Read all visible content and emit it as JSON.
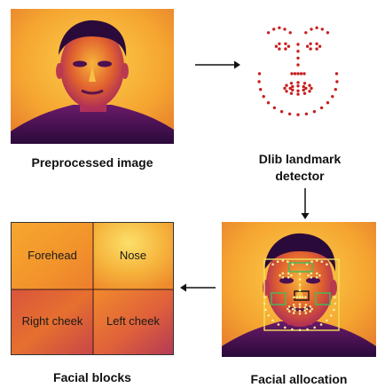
{
  "steps": {
    "preprocessed_caption": "Preprocessed image",
    "landmark_caption": "Dlib landmark detector",
    "allocation_caption": "Facial allocation",
    "blocks_caption": "Facial blocks"
  },
  "blocks": {
    "forehead": "Forehead",
    "nose": "Nose",
    "right_cheek": "Right cheek",
    "left_cheek": "Left cheek"
  },
  "colors": {
    "inferno_dark": "#2a0a3a",
    "inferno_purple": "#7a1f6e",
    "inferno_orange": "#e8702a",
    "inferno_yellow": "#f9c22e",
    "landmark_red": "#c82020",
    "box_yellow": "#f2e25a",
    "box_green": "#3fbf5a"
  }
}
